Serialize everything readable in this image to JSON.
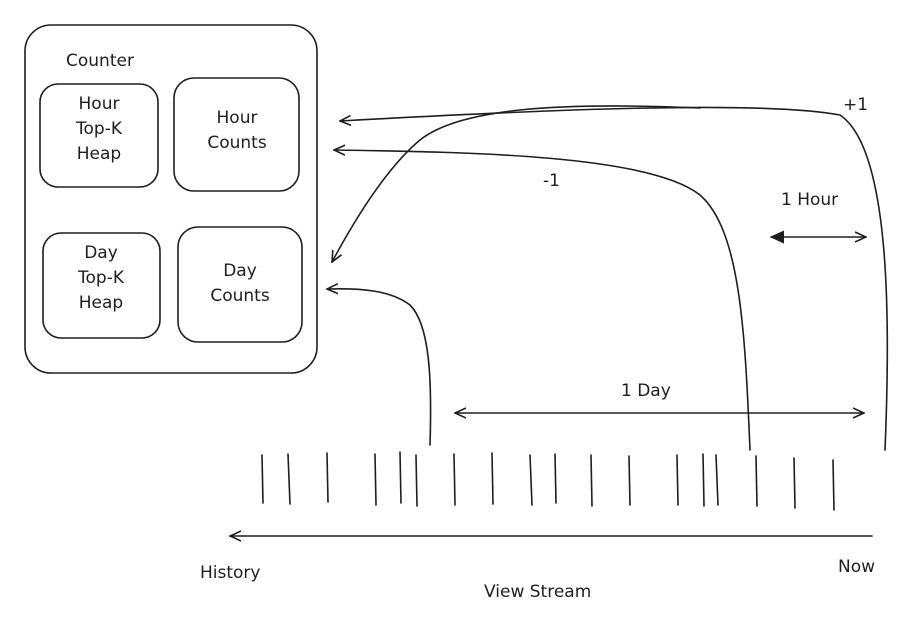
{
  "counter": {
    "title": "Counter",
    "boxes": {
      "hour_heap": [
        "Hour",
        "Top-K",
        "Heap"
      ],
      "hour_counts": [
        "Hour",
        "Counts"
      ],
      "day_heap": [
        "Day",
        "Top-K",
        "Heap"
      ],
      "day_counts": [
        "Day",
        "Counts"
      ]
    }
  },
  "labels": {
    "plus_one": "+1",
    "minus_one": "-1",
    "one_hour": "1 Hour",
    "one_day": "1 Day",
    "history": "History",
    "now": "Now",
    "view_stream": "View Stream"
  },
  "colors": {
    "ink": "#1e1e1e",
    "background": "#ffffff"
  }
}
